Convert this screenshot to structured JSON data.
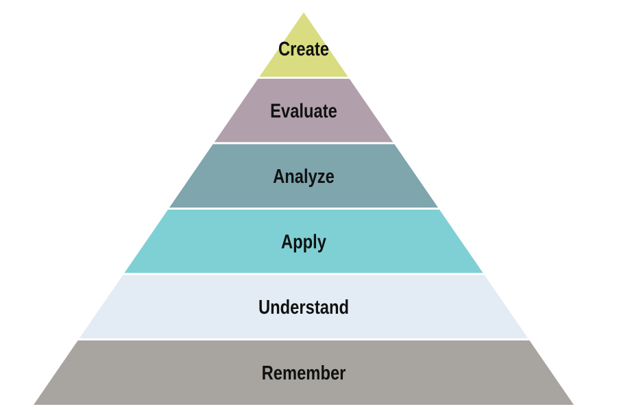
{
  "title": "Pyramid levels",
  "levels": [
    {
      "label": "Create",
      "color": "#d9dc80"
    },
    {
      "label": "Evaluate",
      "color": "#b1a0ab"
    },
    {
      "label": "Analyze",
      "color": "#7fa5ad"
    },
    {
      "label": "Apply",
      "color": "#7fd0d4"
    },
    {
      "label": "Understand",
      "color": "#e3ebf4"
    },
    {
      "label": "Remember",
      "color": "#a8a5a0"
    }
  ]
}
